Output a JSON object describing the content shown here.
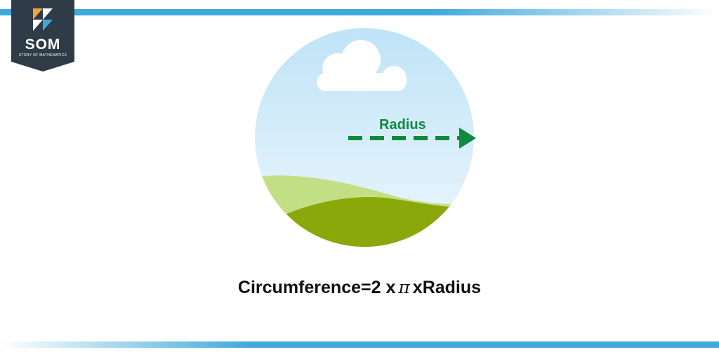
{
  "logo": {
    "name": "SOM",
    "tagline": "STORY OF MATHEMATICS"
  },
  "diagram": {
    "radius_label": "Radius"
  },
  "formula": {
    "left": "Circumference=2 x",
    "symbol": "π",
    "right": "xRadius"
  },
  "colors": {
    "accent_bar": "#3fa9dc",
    "logo_bg": "#2f3b47",
    "sky": "#c9e8f8",
    "hill_light": "#c3df85",
    "hill_dark": "#8aa80a",
    "arrow": "#0f8a3c"
  }
}
